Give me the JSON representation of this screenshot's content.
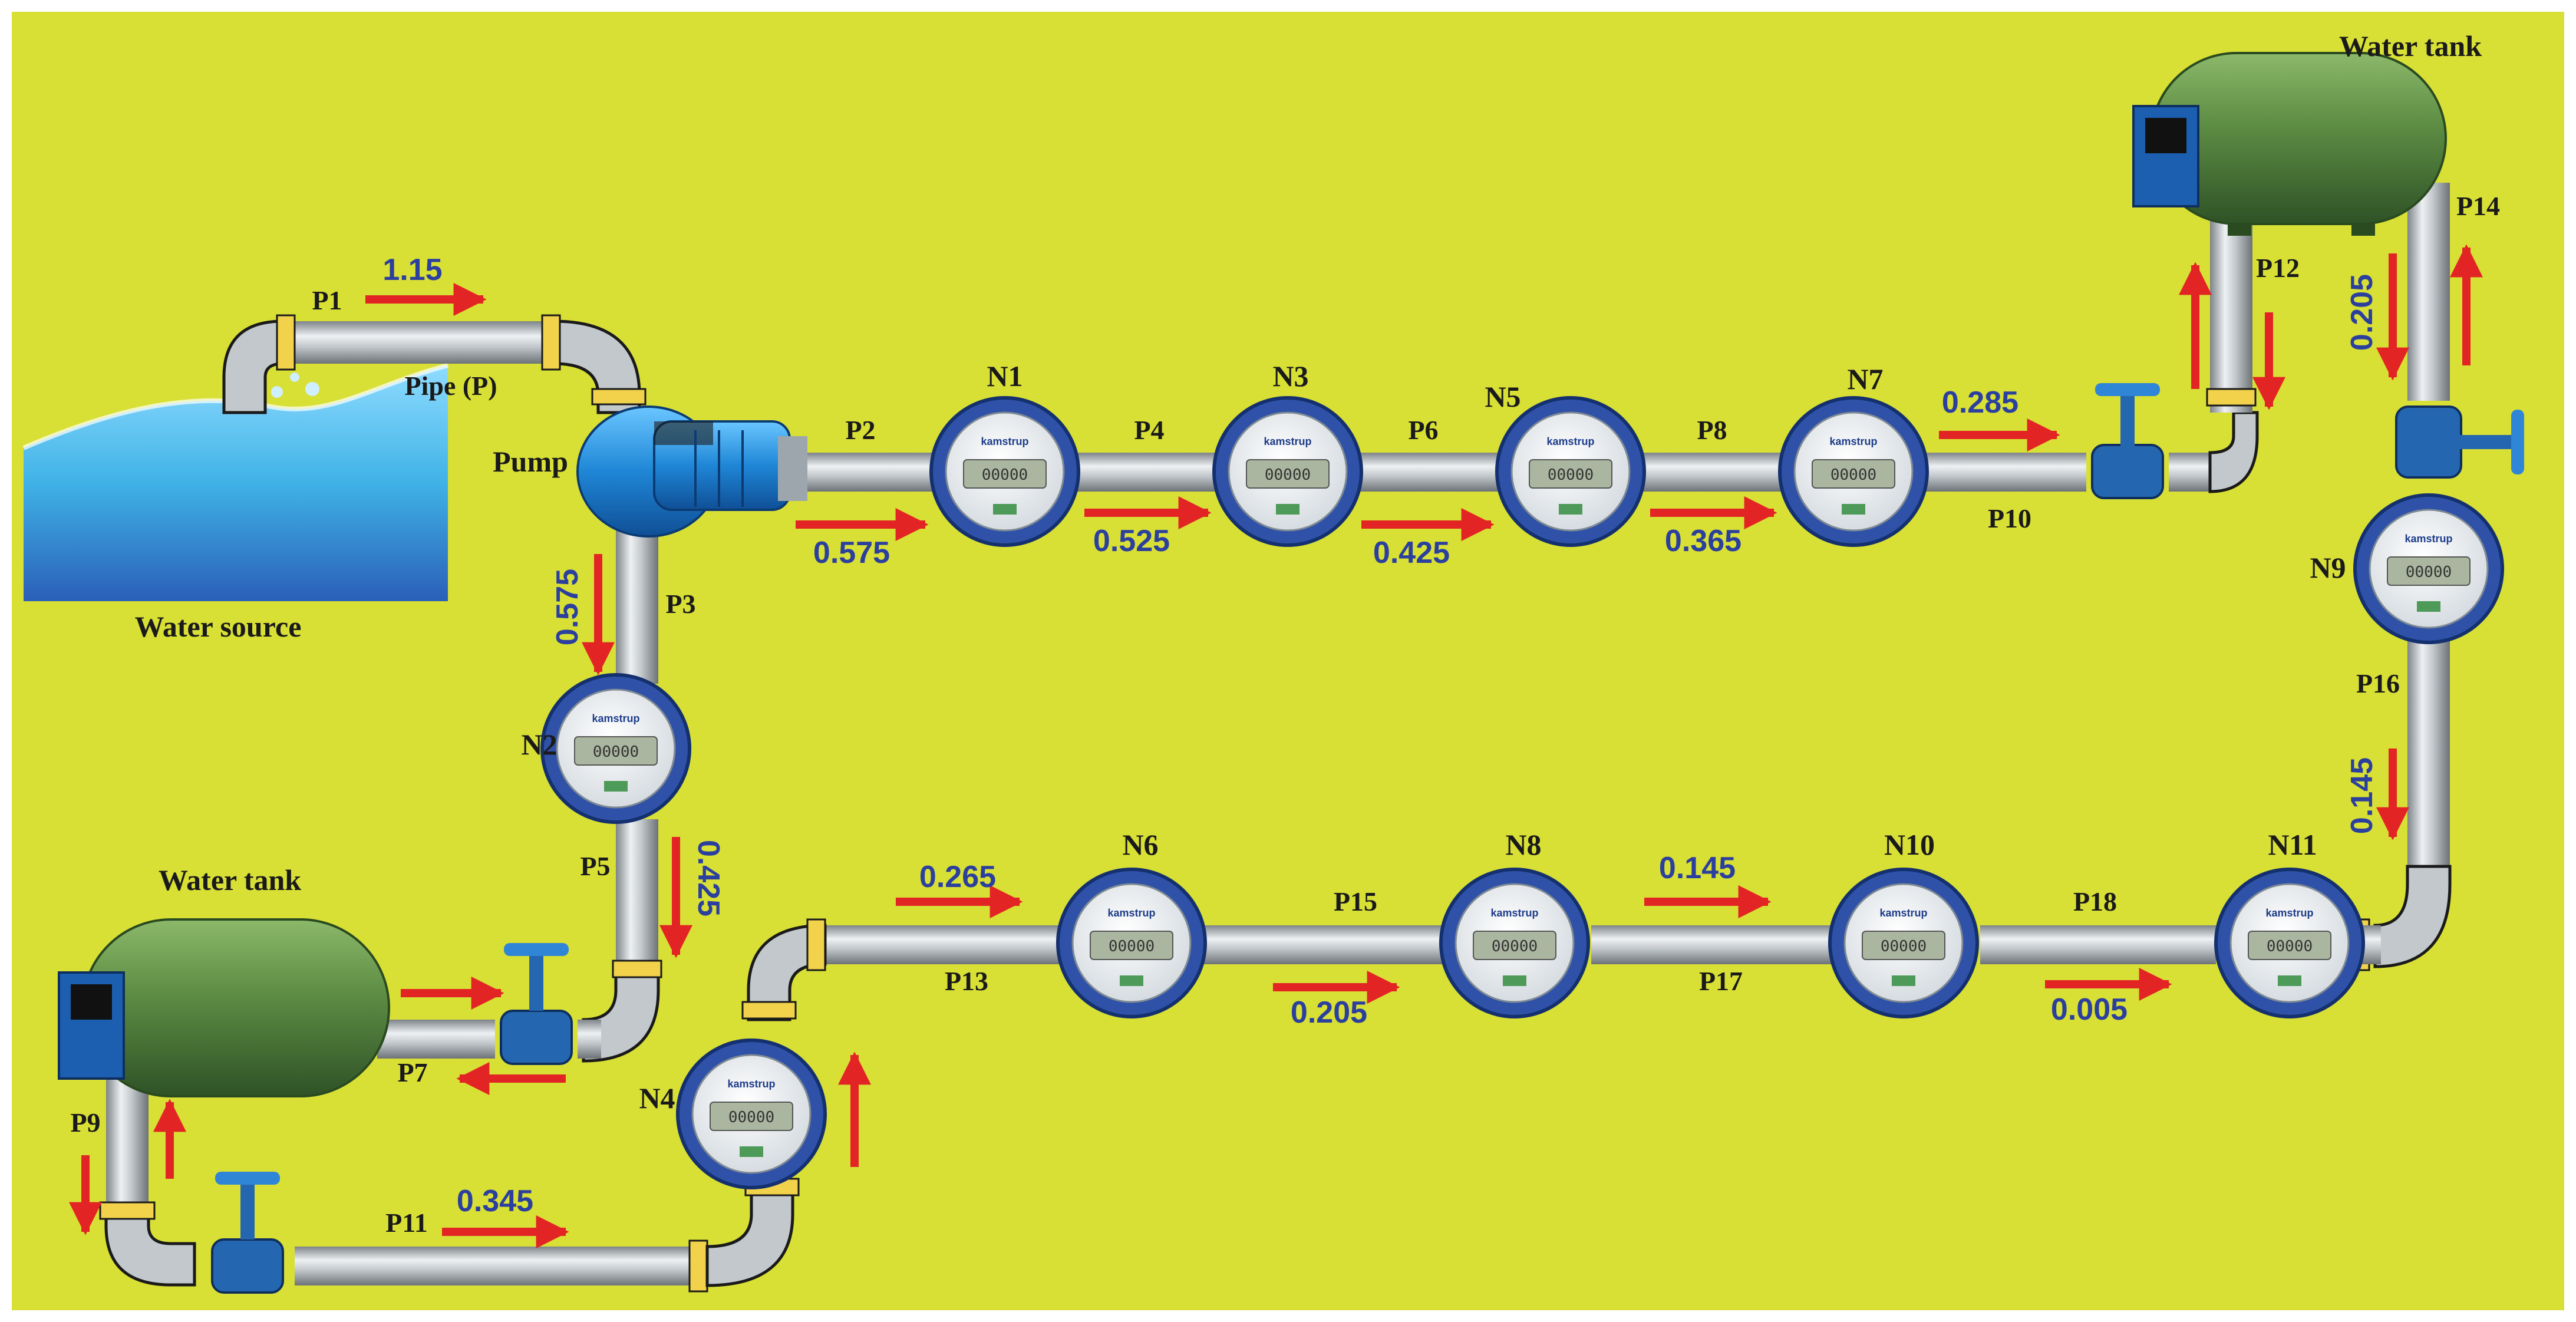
{
  "colors": {
    "background": "#d8df35",
    "pipe": "#b9bec3",
    "pipe_edge": "#6f757a",
    "fitting": "#f1d24a",
    "meter_ring": "#2f52a8",
    "valve": "#2566b0",
    "arrow": "#e32424",
    "flow_text": "#2b3f9e",
    "tank": "#5f8f45",
    "water": "#3fb2e6"
  },
  "labels": {
    "water_source": "Water source",
    "pipe_legend": "Pipe (P)",
    "pump": "Pump",
    "tank_top": "Water tank",
    "tank_bottom": "Water tank"
  },
  "meter": {
    "brand": "kamstrup",
    "reading": "00000"
  },
  "pipes": [
    {
      "id": "P1",
      "flow": "1.15"
    },
    {
      "id": "P2",
      "flow": "0.575"
    },
    {
      "id": "P3",
      "flow": "0.575"
    },
    {
      "id": "P4",
      "flow": "0.525"
    },
    {
      "id": "P5",
      "flow": "0.425"
    },
    {
      "id": "P6",
      "flow": "0.425"
    },
    {
      "id": "P7",
      "flow": ""
    },
    {
      "id": "P8",
      "flow": "0.365"
    },
    {
      "id": "P9",
      "flow": ""
    },
    {
      "id": "P10",
      "flow": "0.285"
    },
    {
      "id": "P11",
      "flow": "0.345"
    },
    {
      "id": "P12",
      "flow": ""
    },
    {
      "id": "P13",
      "flow": "0.265"
    },
    {
      "id": "P14",
      "flow": "0.205"
    },
    {
      "id": "P15",
      "flow": "0.205"
    },
    {
      "id": "P16",
      "flow": "0.145"
    },
    {
      "id": "P17",
      "flow": "0.145"
    },
    {
      "id": "P18",
      "flow": "0.005"
    }
  ],
  "nodes": [
    "N1",
    "N2",
    "N3",
    "N4",
    "N5",
    "N6",
    "N7",
    "N8",
    "N9",
    "N10",
    "N11"
  ]
}
